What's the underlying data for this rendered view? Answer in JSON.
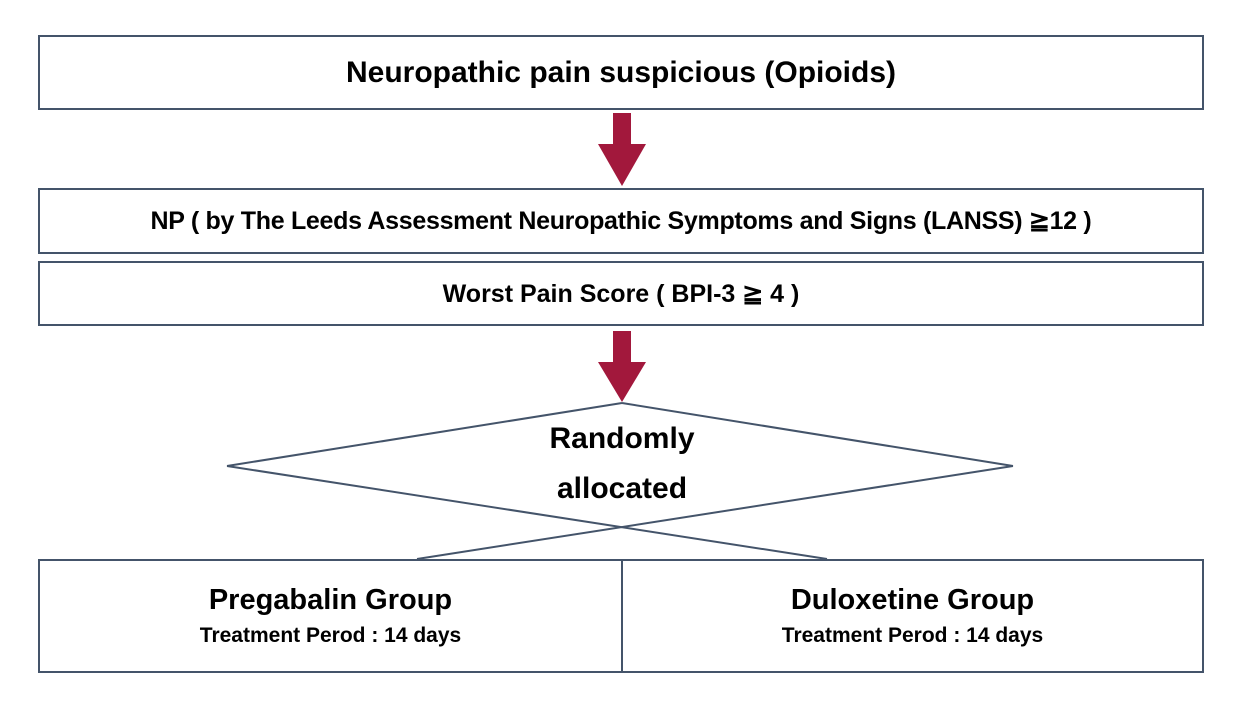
{
  "colors": {
    "border": "#44546A",
    "arrow": "#A2183C",
    "ink": "#000000",
    "background": "#FFFFFF"
  },
  "flowchart": {
    "suspicion": {
      "text": "Neuropathic pain suspicious (Opioids)"
    },
    "lanss": {
      "text": "NP ( by The Leeds Assessment Neuropathic Symptoms and Signs (LANSS) ≧12 )"
    },
    "bpi": {
      "text": "Worst Pain Score ( BPI-3 ≧ 4 )"
    },
    "decision": {
      "line1": "Randomly",
      "line2": "allocated"
    },
    "group_left": {
      "title": "Pregabalin Group",
      "subtitle": "Treatment Perod : 14 days"
    },
    "group_right": {
      "title": "Duloxetine Group",
      "subtitle": "Treatment Perod : 14 days"
    }
  }
}
